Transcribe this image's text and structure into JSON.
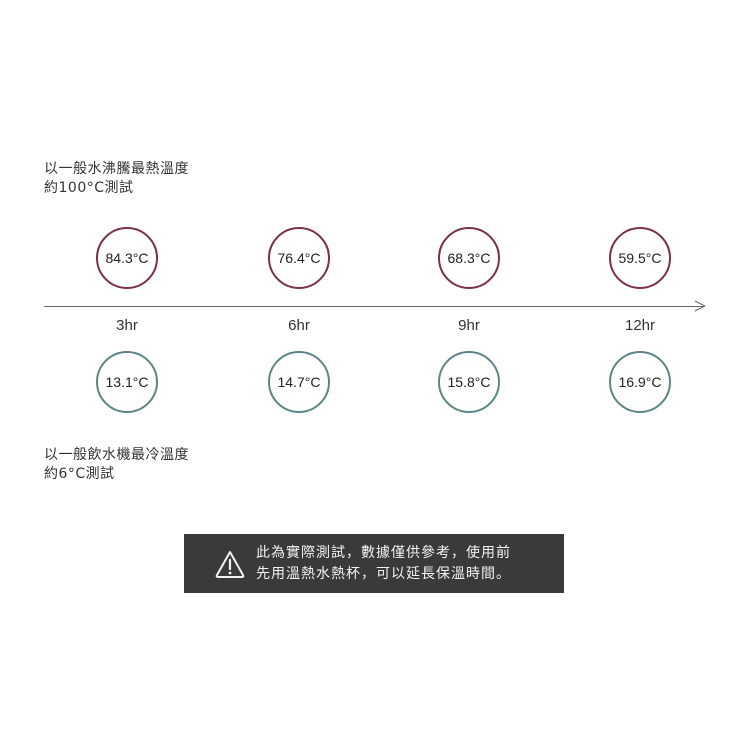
{
  "captions": {
    "hot_line1": "以一般水沸騰最熱溫度",
    "hot_line2": "約100°C測試",
    "cold_line1": "以一般飲水機最冷溫度",
    "cold_line2": "約6°C測試"
  },
  "hot_readings": [
    "84.3°C",
    "76.4°C",
    "68.3°C",
    "59.5°C"
  ],
  "cold_readings": [
    "13.1°C",
    "14.7°C",
    "15.8°C",
    "16.9°C"
  ],
  "time_labels": [
    "3hr",
    "6hr",
    "9hr",
    "12hr"
  ],
  "notice": {
    "icon": "warning-icon",
    "line1": "此為實際測試，數據僅供參考，使用前",
    "line2": "先用溫熱水熱杯，可以延長保溫時間。"
  },
  "colors": {
    "hot_ring": "#7a3345",
    "cold_ring": "#5d8585",
    "notice_bg": "#3a3a3a"
  },
  "chart_data": {
    "type": "table",
    "title": "",
    "x": [
      "3hr",
      "6hr",
      "9hr",
      "12hr"
    ],
    "xlabel": "time",
    "series": [
      {
        "name": "以一般水沸騰最熱溫度 約100°C測試",
        "values": [
          84.3,
          76.4,
          68.3,
          59.5
        ],
        "unit": "°C"
      },
      {
        "name": "以一般飲水機最冷溫度 約6°C測試",
        "values": [
          13.1,
          14.7,
          15.8,
          16.9
        ],
        "unit": "°C"
      }
    ],
    "annotations": [
      "此為實際測試，數據僅供參考，使用前先用溫熱水熱杯，可以延長保溫時間。"
    ]
  }
}
